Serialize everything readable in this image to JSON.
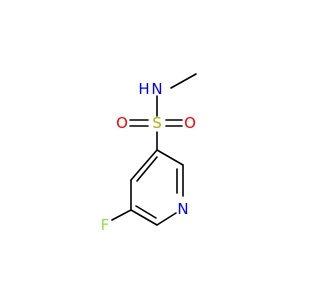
{
  "molecule": {
    "atoms": {
      "n_amine": {
        "label": "N",
        "color": "#0000ff"
      },
      "h_amine": {
        "label": "H",
        "color": "#0000ff"
      },
      "sulfur": {
        "label": "S",
        "color": "#b3b300"
      },
      "o_left": {
        "label": "O",
        "color": "#ff0000"
      },
      "o_right": {
        "label": "O",
        "color": "#ff0000"
      },
      "n_pyridine": {
        "label": "N",
        "color": "#0000ff"
      },
      "fluorine": {
        "label": "F",
        "color": "#90e050"
      }
    },
    "bond_color": "#000000"
  }
}
